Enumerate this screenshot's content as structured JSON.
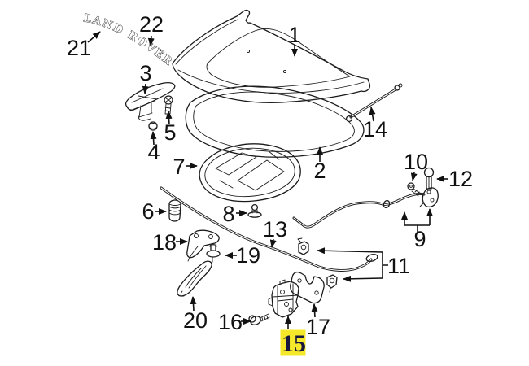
{
  "diagram": {
    "emblem_text": "LAND ROVER",
    "highlighted_callout": "15",
    "callouts": [
      "1",
      "2",
      "3",
      "4",
      "5",
      "6",
      "7",
      "8",
      "9",
      "10",
      "11",
      "12",
      "13",
      "14",
      "15",
      "16",
      "17",
      "18",
      "19",
      "20",
      "21",
      "22"
    ],
    "colors": {
      "background": "#ffffff",
      "ink": "#1c1c1c",
      "highlight_fill": "#f5e82a",
      "highlight_text": "#16163e"
    }
  }
}
